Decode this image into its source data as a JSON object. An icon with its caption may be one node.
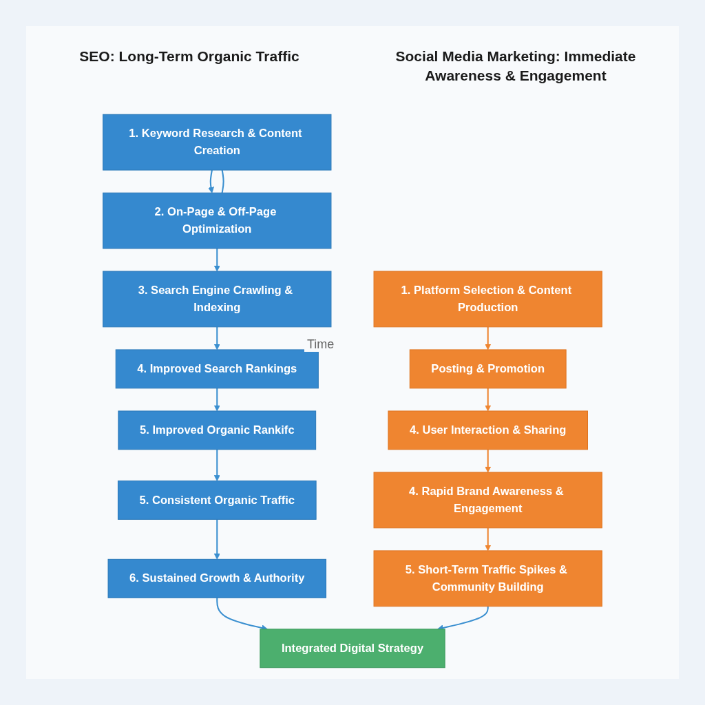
{
  "diagram": {
    "nodes": [
      {
        "text": [
          "1. Keyword Research & Content Creation"
        ]
      },
      {
        "text": [
          "2. On-Page & Off-Page Optimization"
        ]
      },
      {
        "text": [
          "3. Search Engine Crawling & Indexing"
        ]
      },
      {
        "text": [
          "4. Improved Search Rankings"
        ]
      },
      {
        "text": [
          "5. Improved Organic Rankifc"
        ]
      },
      {
        "text": [
          "5. Consistent Organic Traffic"
        ]
      },
      {
        "text": [
          "6. Sustained Growth & Authority"
        ]
      },
      {
        "text": [
          "1. Platform Selection & Content Production"
        ]
      },
      {
        "text": [
          "Posting & Promotion"
        ]
      },
      {
        "text": [
          "4. User Interaction & Sharing"
        ]
      },
      {
        "text": [
          "4. Rapid Brand Awareness & Engagement"
        ]
      },
      {
        "text": [
          "5. Short-Term Traffic Spikes & Community Building"
        ]
      },
      {
        "text": [
          "Integrated Digital Strategy"
        ]
      }
    ],
    "edges": [
      {
        "from": 0,
        "to": 1,
        "arrow": "to"
      },
      {
        "from": 0,
        "to": 1,
        "arrow": "none"
      },
      {
        "from": 1,
        "to": 2,
        "arrow": "to"
      },
      {
        "from": 2,
        "to": 3,
        "arrow": "to"
      },
      {
        "from": 3,
        "to": 4,
        "arrow": "to"
      },
      {
        "from": 4,
        "to": 5,
        "arrow": "to"
      },
      {
        "from": 5,
        "to": 6,
        "arrow": "to"
      },
      {
        "from": 7,
        "to": 8,
        "arrow": "to",
        "color": "#ef8530"
      },
      {
        "from": 8,
        "to": 9,
        "arrow": "to",
        "color": "#ef8530"
      },
      {
        "from": 9,
        "to": 10,
        "arrow": "to",
        "color": "#ef8530"
      },
      {
        "from": 10,
        "to": 11,
        "arrow": "to",
        "color": "#ef8530"
      },
      {
        "from": 6,
        "to": 12,
        "arrow": "to"
      },
      {
        "from": 11,
        "to": 12,
        "arrow": "to"
      }
    ],
    "labels": [
      "SEO: Long-Term Organic Traffic",
      "Social Media Marketing: Immediate Awareness & Engagement",
      "Time"
    ]
  }
}
